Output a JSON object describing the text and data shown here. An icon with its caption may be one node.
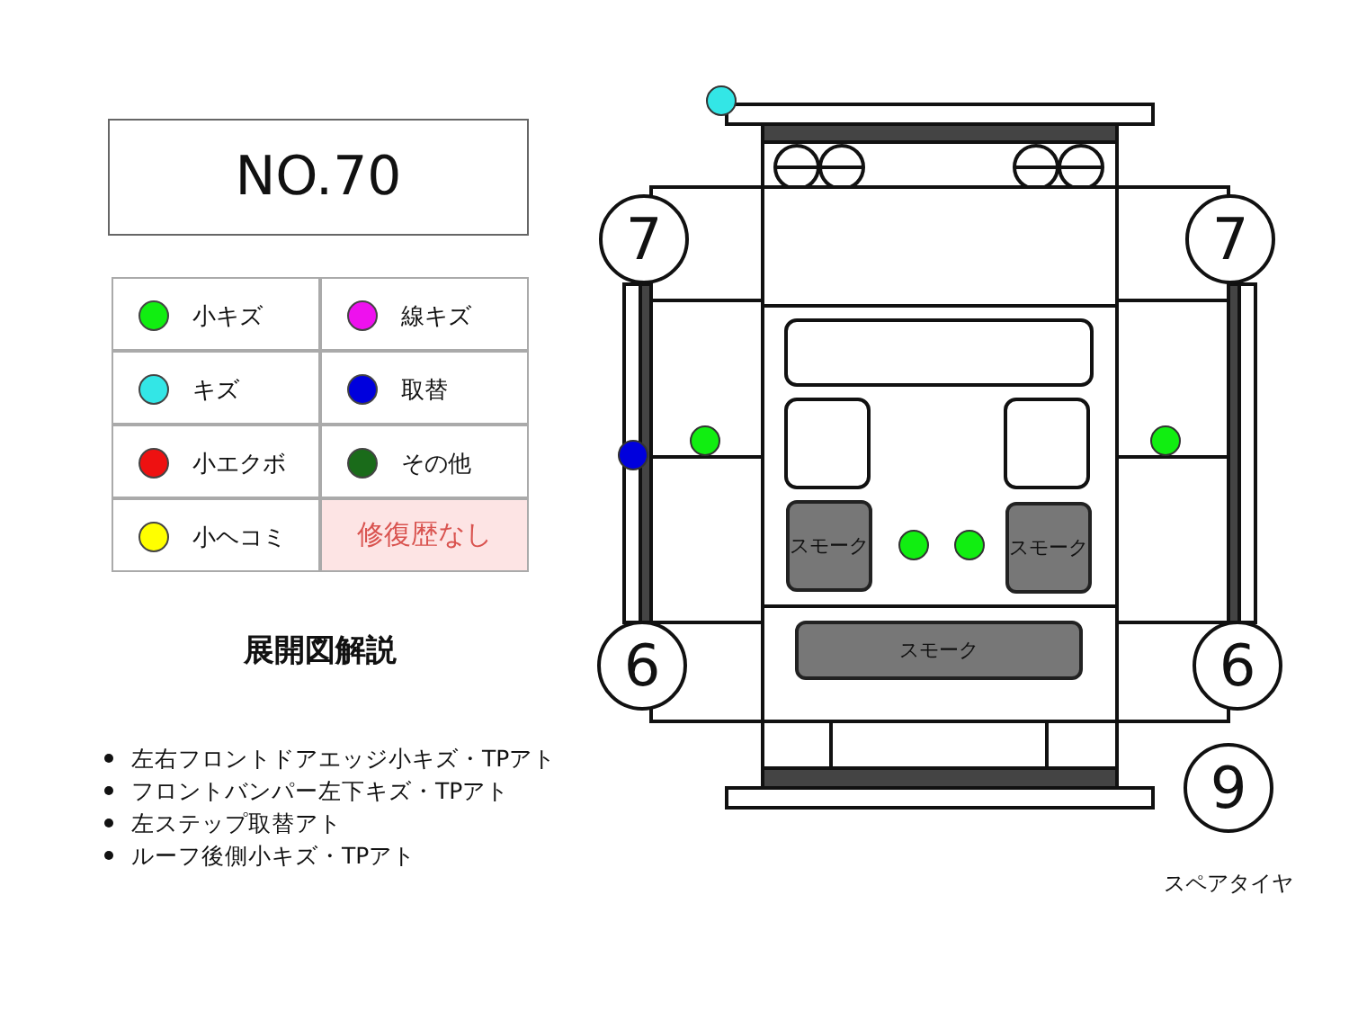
{
  "diagram": {
    "nodes": [
      {
        "text": [
          "NO.70"
        ]
      },
      {
        "text": [
          "7"
        ]
      },
      {
        "text": [
          "7"
        ]
      },
      {
        "text": [
          "スモーク"
        ]
      },
      {
        "text": [
          "スモーク"
        ]
      },
      {
        "text": [
          "6"
        ]
      },
      {
        "text": [
          "スモーク"
        ]
      },
      {
        "text": [
          "6"
        ]
      },
      {
        "text": [
          "9"
        ],
        "beside": [
          "スペアタイヤ"
        ]
      }
    ],
    "labels": [
      "修復歴なし",
      "展開図解説",
      "左右フロントドアエッジ小キズ・TPアト",
      "フロントバンパー左下キズ・TPアト",
      "左ステップ取替アト",
      "ルーフ後側小キズ・TPアト"
    ],
    "legend": [
      {
        "text": "小キズ",
        "color": "#11ee11"
      },
      {
        "text": "線キズ",
        "color": "#ee11ee"
      },
      {
        "text": "キズ",
        "color": "#33e6e6"
      },
      {
        "text": "取替",
        "color": "#0000dd"
      },
      {
        "text": "小エクボ",
        "color": "#ee1111"
      },
      {
        "text": "その他",
        "color": "#1a6b1a"
      },
      {
        "text": "小ヘコミ",
        "color": "#ffff00"
      }
    ]
  }
}
